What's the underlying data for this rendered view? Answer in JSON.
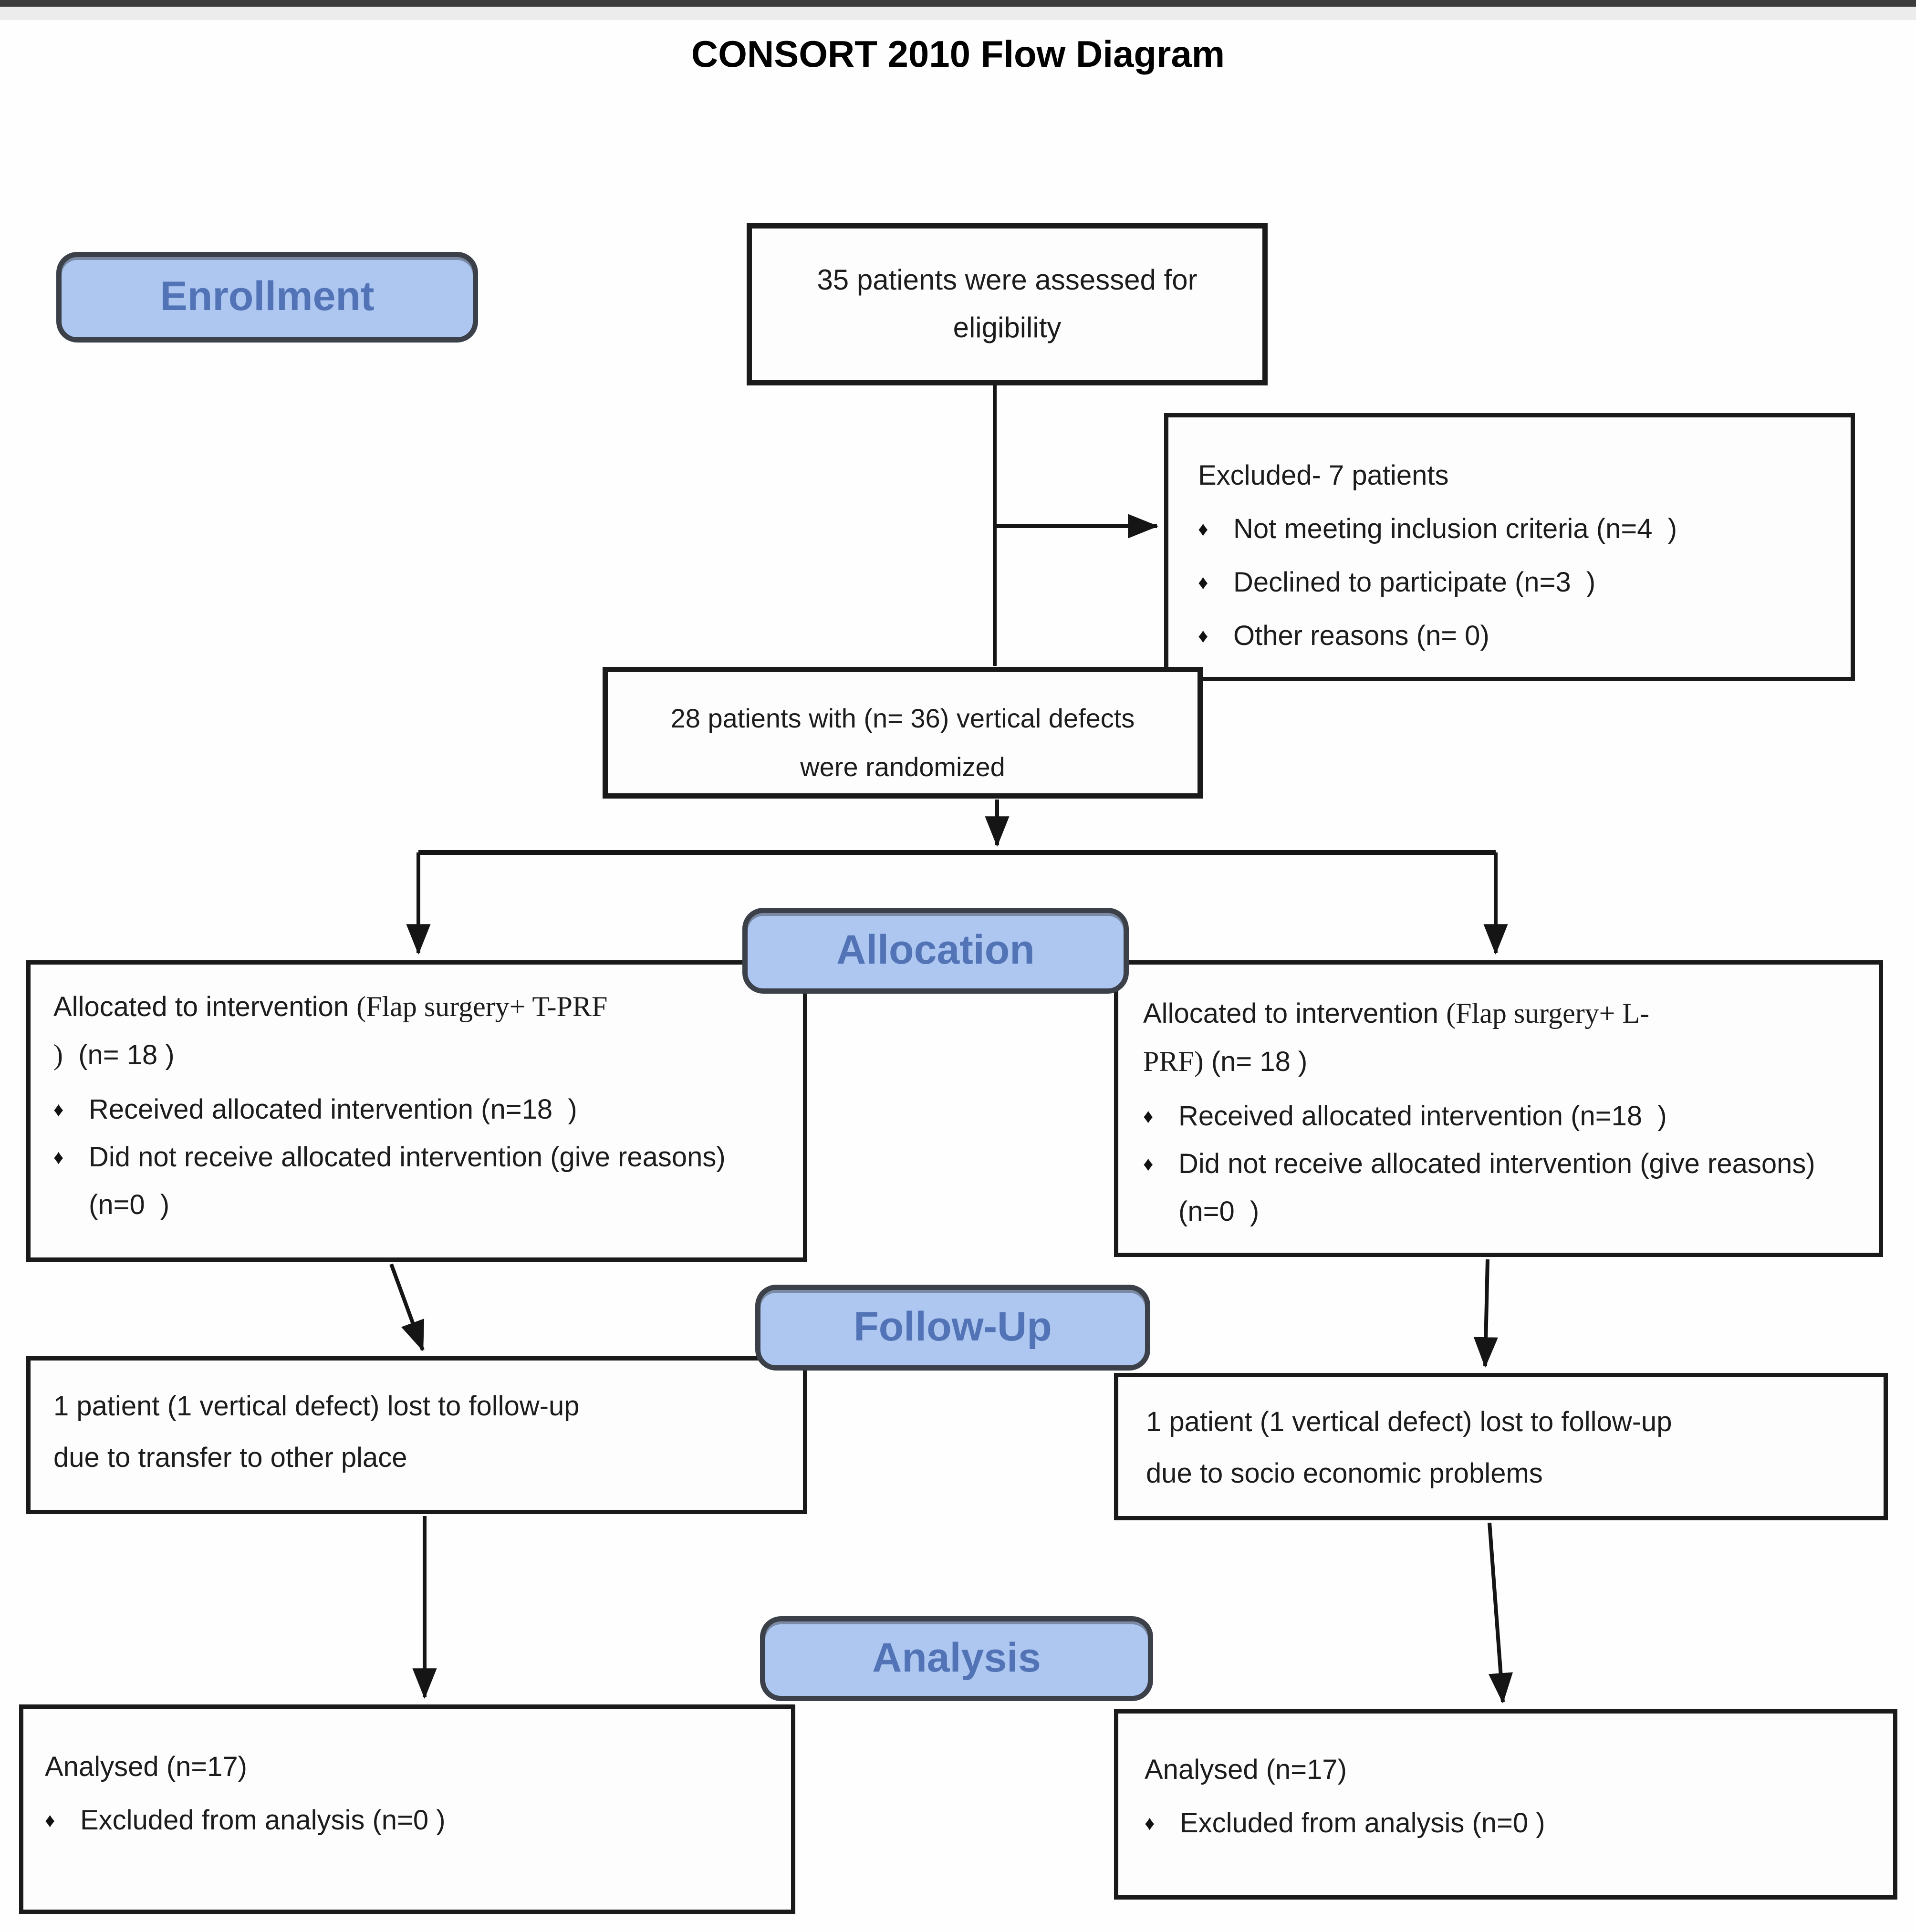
{
  "title": "CONSORT 2010 Flow Diagram",
  "icons": {
    "bullet": "♦"
  },
  "colors": {
    "pill_fill": "#aec7f1",
    "pill_border": "#3b4049",
    "pill_text": "#5274b6",
    "box_border": "#1a1a1a",
    "connector_line": "#151515",
    "top_bar": "#3c3c3c",
    "background": "#fefefe"
  },
  "stages": {
    "enrollment": "Enrollment",
    "allocation": "Allocation",
    "followup": "Follow-Up",
    "analysis": "Analysis"
  },
  "boxes": {
    "eligibility": {
      "line1": "35 patients were assessed for",
      "line2": "eligibility"
    },
    "excluded": {
      "heading": "Excluded- 7 patients",
      "items": [
        "Not meeting inclusion criteria (n=4  )",
        "Declined to participate (n=3  )",
        "Other reasons (n= 0)"
      ]
    },
    "randomized": {
      "line1": "28 patients with (n= 36) vertical defects",
      "line2": "were randomized"
    },
    "alloc_left": {
      "line1_sans": "Allocated to intervention ",
      "line1_serif": "(Flap surgery+ T-PRF",
      "line2_serif": ")",
      "line2_sans": "  (n= 18 )",
      "items": [
        "Received allocated intervention (n=18  )",
        "Did not receive allocated intervention (give reasons) (n=0  )"
      ]
    },
    "alloc_right": {
      "line1_sans": "Allocated to intervention ",
      "line1_serif": "(Flap surgery+ L-",
      "line2_serif": "PRF)",
      "line2_sans": " (n= 18 )",
      "items": [
        "Received allocated intervention (n=18  )",
        "Did not receive allocated intervention (give reasons) (n=0  )"
      ]
    },
    "followup_left": {
      "line1": "1 patient (1 vertical defect) lost to follow-up",
      "line2": "due to transfer to other place"
    },
    "followup_right": {
      "line1": "1 patient (1 vertical defect) lost to follow-up",
      "line2": "due to socio economic problems"
    },
    "analysis_left": {
      "line1": "Analysed (n=17)",
      "items": [
        "Excluded from analysis (n=0 )"
      ]
    },
    "analysis_right": {
      "line1": "Analysed (n=17)",
      "items": [
        "Excluded from analysis (n=0 )"
      ]
    }
  }
}
